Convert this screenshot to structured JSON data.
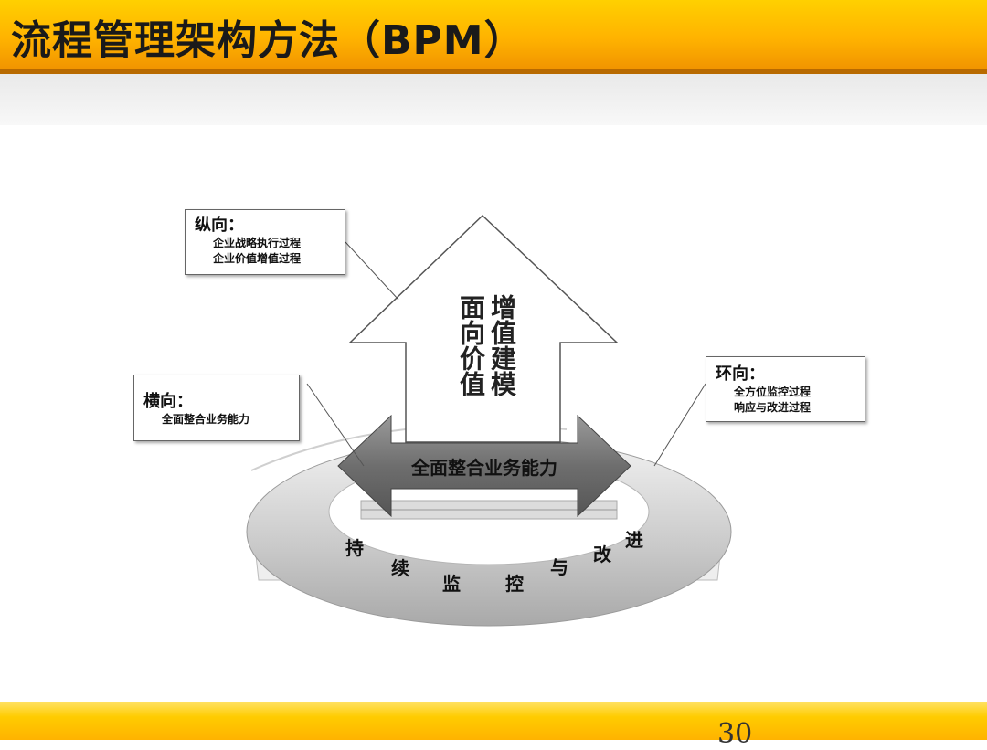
{
  "header": {
    "title": "流程管理架构方法（BPM）"
  },
  "callouts": {
    "vertical": {
      "title": "纵向：",
      "lines": [
        "企业战略执行过程",
        "企业价值增值过程"
      ]
    },
    "horizontal": {
      "title": "横向：",
      "lines": [
        "全面整合业务能力"
      ]
    },
    "ring": {
      "title": "环向：",
      "lines": [
        "全方位监控过程",
        "响应与改进过程"
      ]
    }
  },
  "up_arrow": {
    "col_right": "增值建模",
    "col_left": "面向价值"
  },
  "band": {
    "label": "全面整合业务能力"
  },
  "ring_text": [
    "持",
    "续",
    "监",
    "控",
    "与",
    "改",
    "进"
  ],
  "footer": {
    "page_number": "30"
  }
}
